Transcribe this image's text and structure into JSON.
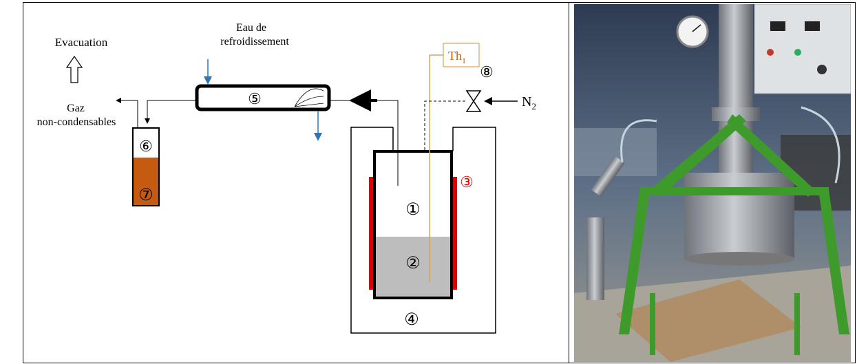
{
  "diagram": {
    "labels": {
      "evacuation": "Evacuation",
      "cooling_water_line1": "Eau de",
      "cooling_water_line2": "refroidissement",
      "gas_line1": "Gaz",
      "gas_line2": "non-condensables",
      "thermocouple": "Th",
      "thermocouple_sub": "1",
      "nitrogen": "N",
      "nitrogen_sub": "2"
    },
    "markers": {
      "m1": "①",
      "m2": "②",
      "m3": "③",
      "m4": "④",
      "m5": "⑤",
      "m6": "⑥",
      "m7": "⑦",
      "m8": "⑧"
    },
    "colors": {
      "heater": "#e00000",
      "sample": "#bdbdbd",
      "condensate": "#c55a11",
      "thermocouple": "#e0a050",
      "cooling_water": "#2e75b6",
      "marker3": "#e00000"
    }
  },
  "photo": {
    "description_icon": "reactor-photo"
  }
}
